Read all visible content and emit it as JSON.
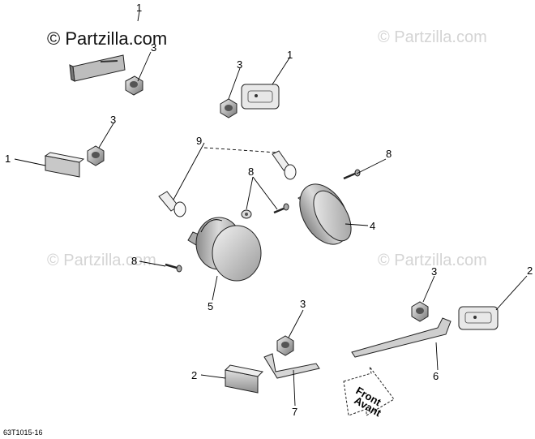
{
  "diagram": {
    "watermark_main": "© Partzilla.com",
    "watermark_faint": "© Partzilla.com",
    "figure_code": "63T1015-16",
    "direction_label_1": "Front",
    "direction_label_2": "Avant",
    "callouts": {
      "c1a": "1",
      "c1b": "1",
      "c1c": "1",
      "c2a": "2",
      "c2b": "2",
      "c3a": "3",
      "c3b": "3",
      "c3c": "3",
      "c3d": "3",
      "c3e": "3",
      "c4": "4",
      "c5": "5",
      "c6": "6",
      "c7": "7",
      "c8a": "8",
      "c8b": "8",
      "c8c": "8",
      "c9": "9"
    }
  }
}
